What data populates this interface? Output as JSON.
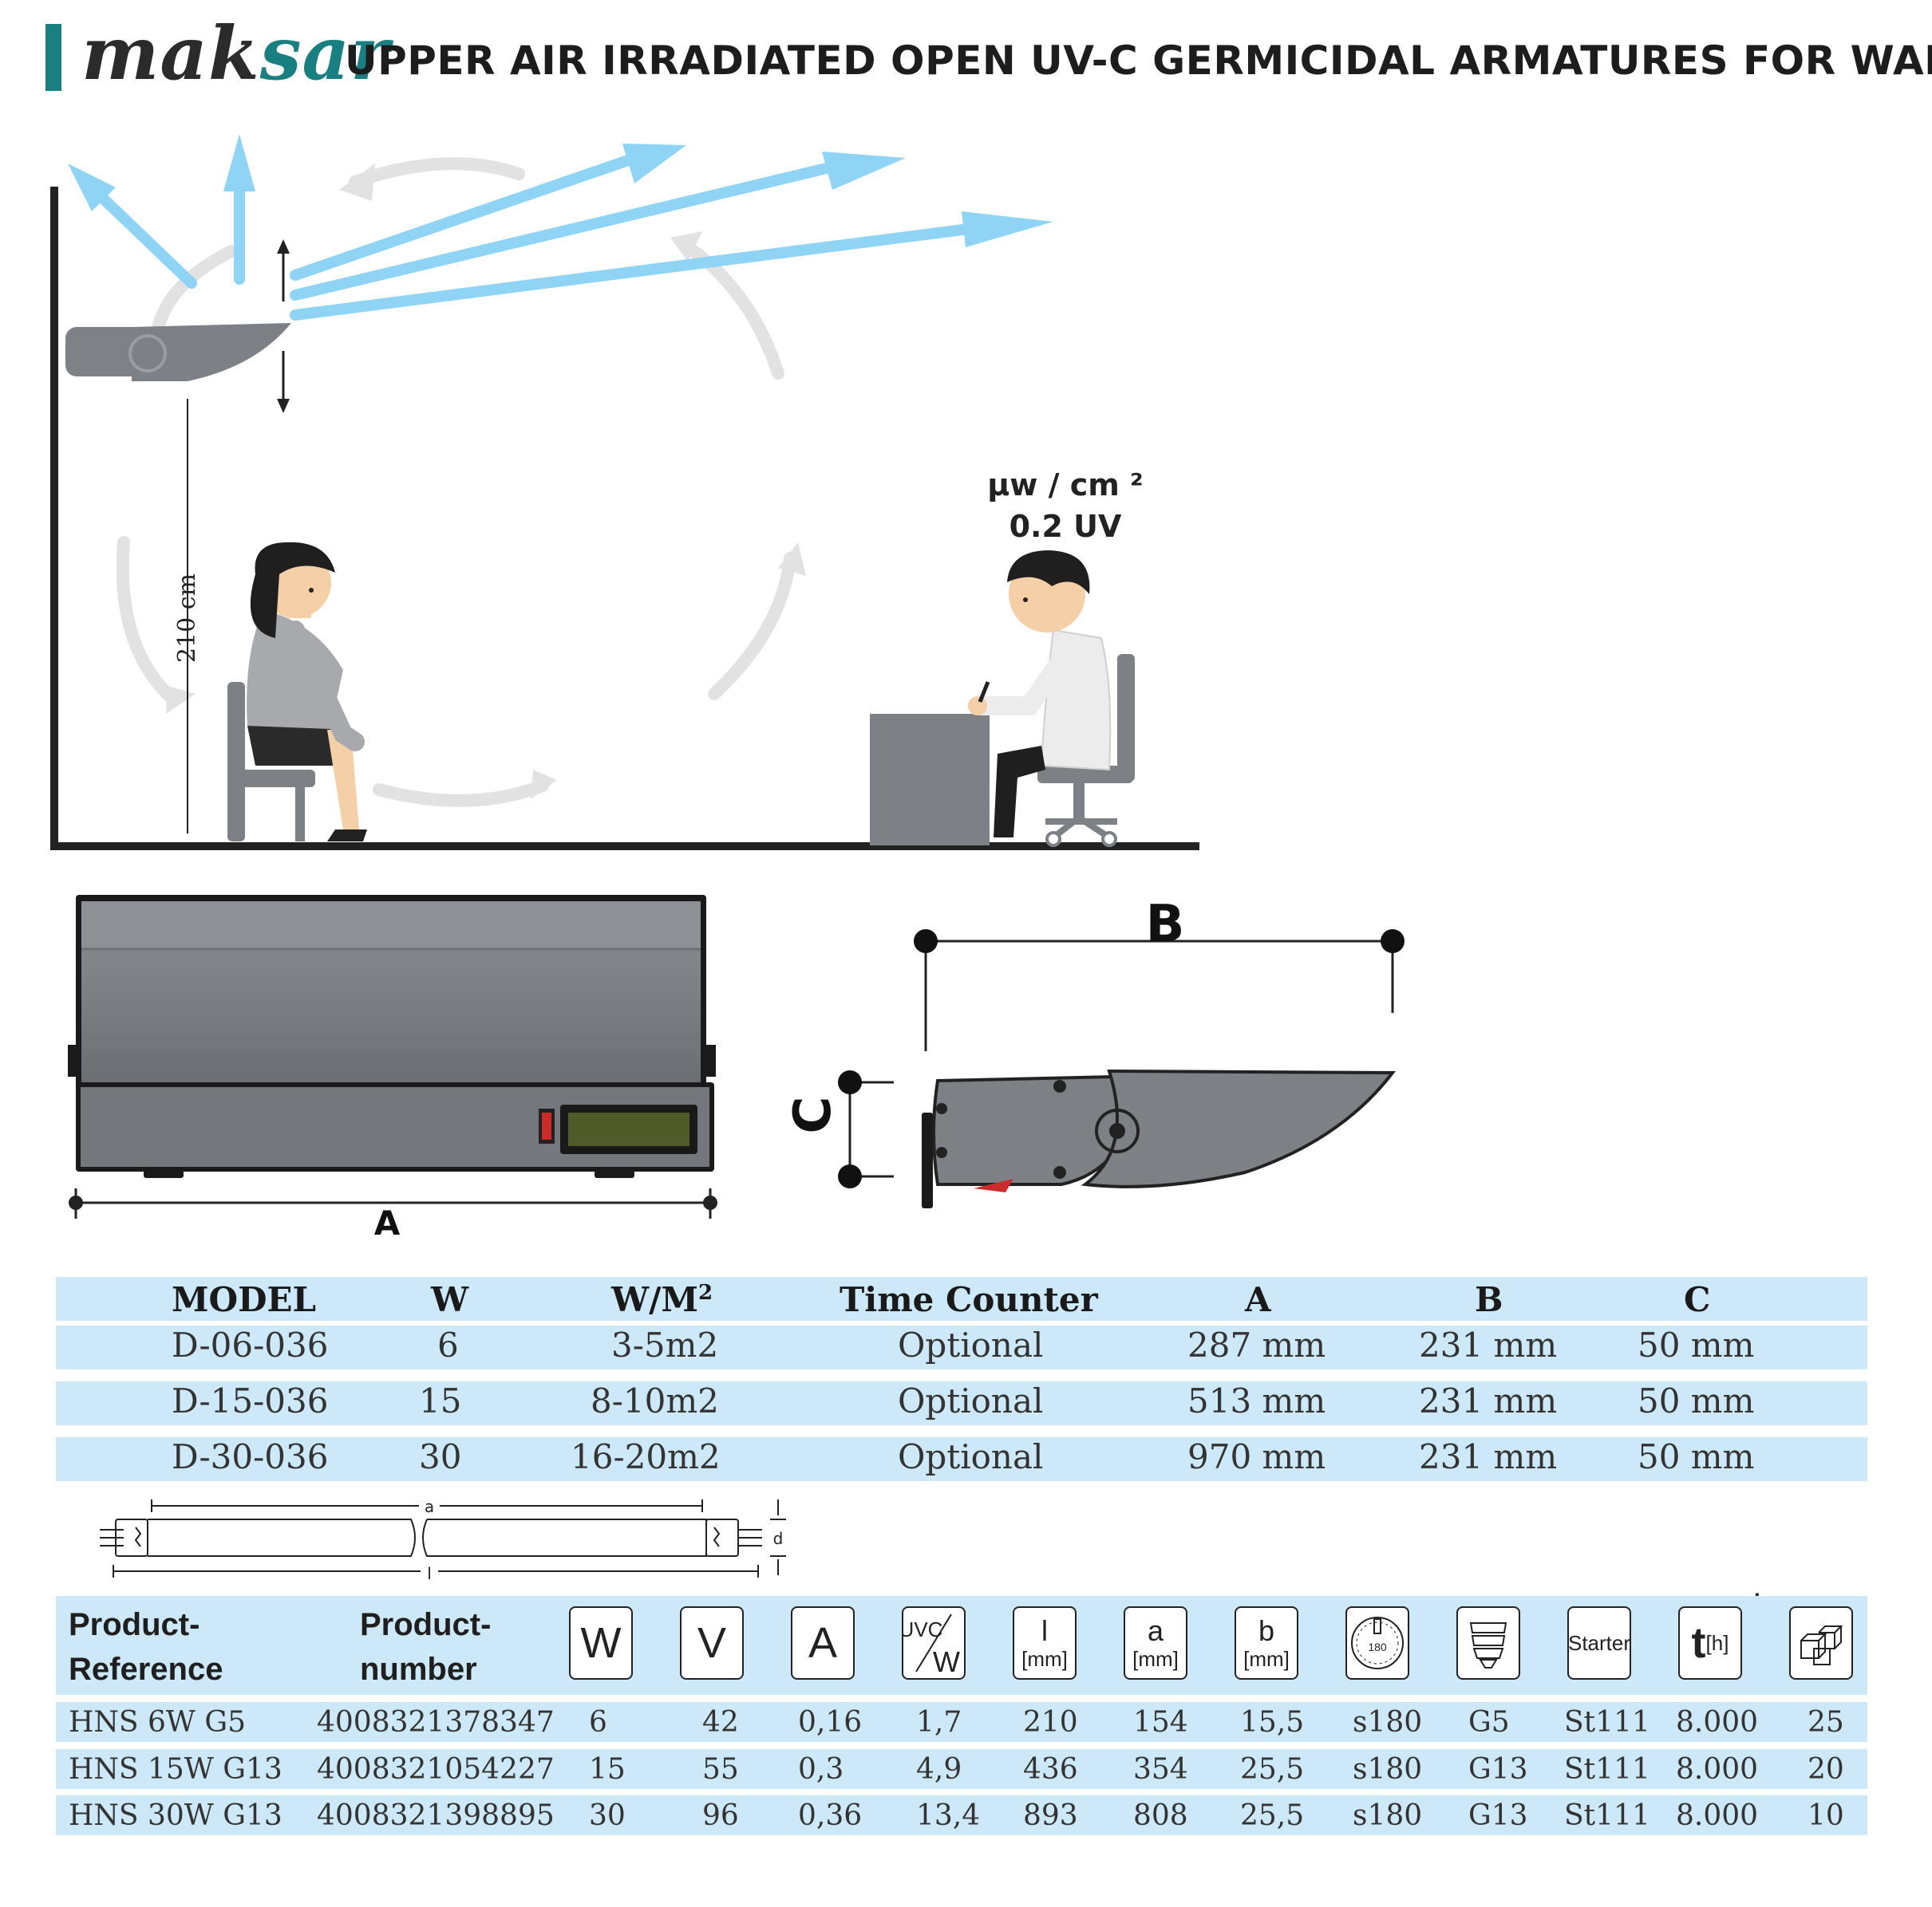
{
  "header": {
    "brand_part1": "mak",
    "brand_part2": "sar",
    "title": "UPPER AIR IRRADIATED OPEN UV-C GERMICIDAL ARMATURES FOR WALL"
  },
  "illustration": {
    "uv_unit": "μw / cm ²",
    "uv_value": "0.2 UV",
    "mount_height": "210 cm"
  },
  "dimension_labels": {
    "a": "A",
    "b": "B",
    "c": "C"
  },
  "tube_labels": {
    "a": "a",
    "l": "l",
    "d": "d"
  },
  "models_table": {
    "headers": [
      "MODEL",
      "W",
      "W/M",
      "Time Counter",
      "A",
      "B",
      "C"
    ],
    "wm_superscript": "2",
    "rows": [
      [
        "D-06-036",
        "6",
        "3-5m2",
        "Optional",
        "287 mm",
        "231 mm",
        "50 mm"
      ],
      [
        "D-15-036",
        "15",
        "8-10m2",
        "Optional",
        "513 mm",
        "231 mm",
        "50 mm"
      ],
      [
        "D-30-036",
        "30",
        "16-20m2",
        "Optional",
        "970 mm",
        "231 mm",
        "50 mm"
      ]
    ]
  },
  "lamps_table": {
    "header_reference_1": "Product-",
    "header_reference_2": "Reference",
    "header_number_1": "Product-",
    "header_number_2": "number",
    "icons": {
      "w": "W",
      "v": "V",
      "a": "A",
      "uvc_top": "UVC",
      "uvc_bottom": "W",
      "l_top": "l",
      "l_unit": "[mm]",
      "a_top": "a",
      "a_unit": "[mm]",
      "b_top": "b",
      "b_unit": "[mm]",
      "dial_value": "180",
      "starter": "Starter",
      "t_top": "t",
      "t_unit": "[h]",
      "asterisk": "*"
    },
    "rows": [
      [
        "HNS 6W G5",
        "4008321378347",
        "6",
        "42",
        "0,16",
        "1,7",
        "210",
        "154",
        "15,5",
        "s180",
        "G5",
        "St111",
        "8.000",
        "25"
      ],
      [
        "HNS 15W G13",
        "4008321054227",
        "15",
        "55",
        "0,3",
        "4,9",
        "436",
        "354",
        "25,5",
        "s180",
        "G13",
        "St111",
        "8.000",
        "20"
      ],
      [
        "HNS 30W G13",
        "4008321398895",
        "30",
        "96",
        "0,36",
        "13,4",
        "893",
        "808",
        "25,5",
        "s180",
        "G13",
        "St111",
        "8.000",
        "10"
      ]
    ]
  },
  "colors": {
    "brand_teal": "#1a7f80",
    "table_row_blue": "#cde9f9",
    "uv_ray_blue": "#8fd3f5",
    "device_grey": "#7d8084"
  }
}
